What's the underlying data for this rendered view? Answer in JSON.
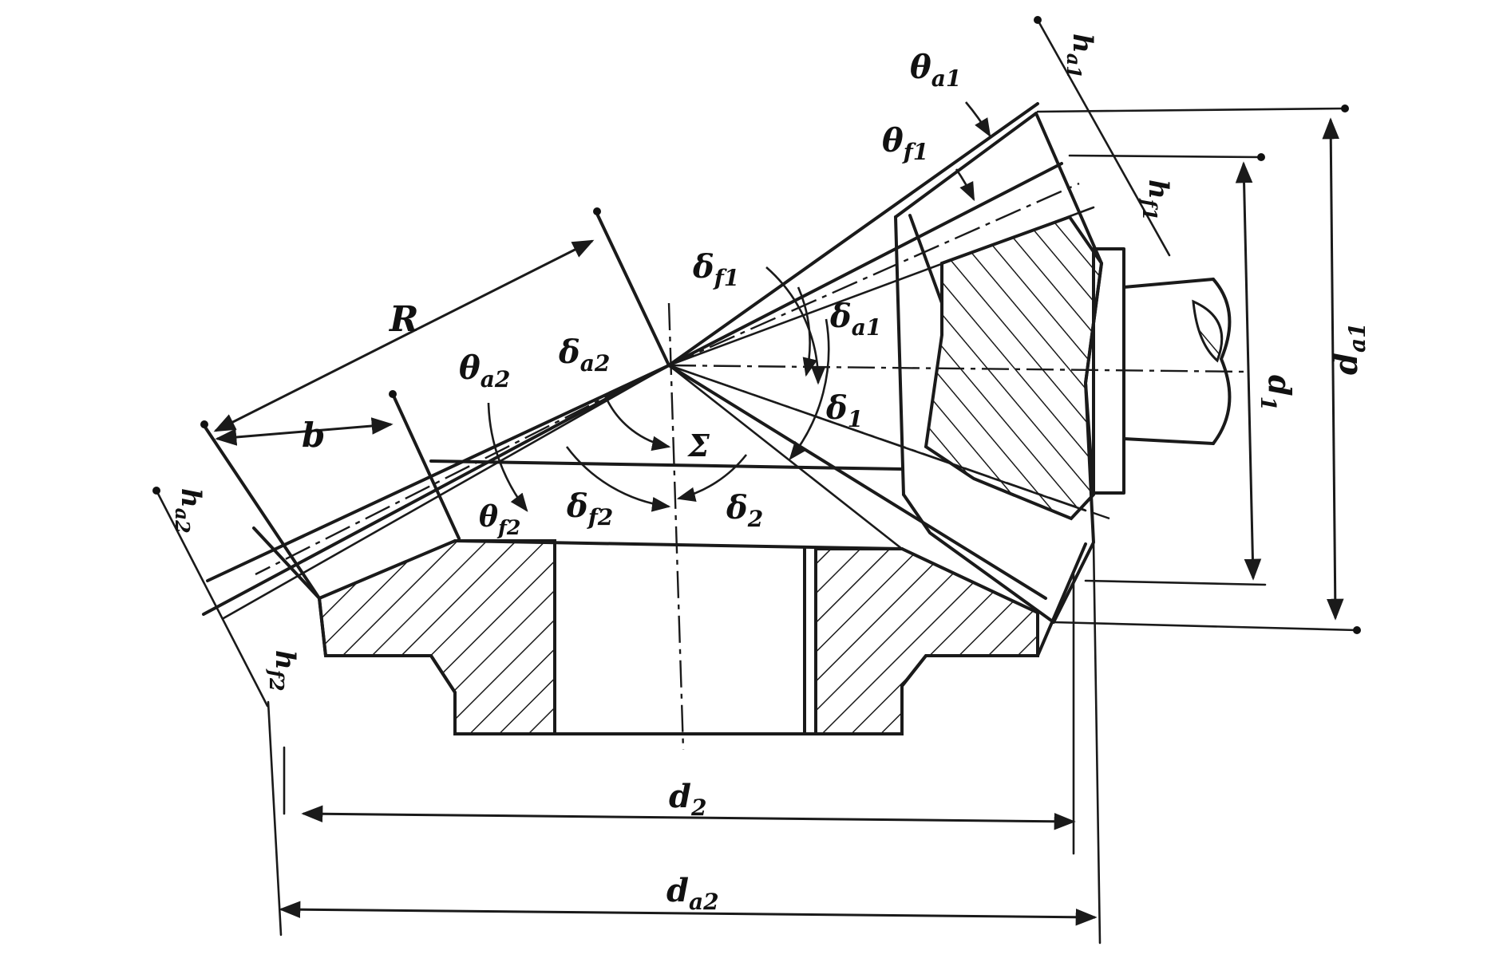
{
  "labels": {
    "R": "R",
    "b": "b",
    "d2": "d",
    "d2_sub": "2",
    "da2": "d",
    "da2_sub": "a2",
    "d1": "d",
    "d1_sub": "1",
    "da1": "d",
    "da1_sub": "a1",
    "sigma": "Σ",
    "delta1": "δ",
    "delta1_sub": "1",
    "delta2": "δ",
    "delta2_sub": "2",
    "deltaf1": "δ",
    "deltaf1_sub": "f1",
    "deltaa1": "δ",
    "deltaa1_sub": "a1",
    "deltaa2": "δ",
    "deltaa2_sub": "a2",
    "deltaf2": "δ",
    "deltaf2_sub": "f2",
    "thetaa1": "θ",
    "thetaa1_sub": "a1",
    "thetaf1": "θ",
    "thetaf1_sub": "f1",
    "thetaa2": "θ",
    "thetaa2_sub": "a2",
    "thetaf2": "θ",
    "thetaf2_sub": "f2",
    "ha1": "h",
    "ha1_sub": "a1",
    "hf1": "h",
    "hf1_sub": "f1",
    "ha2": "h",
    "ha2_sub": "a2",
    "hf2": "h",
    "hf2_sub": "f2"
  },
  "colors": {
    "ink": "#1a1a1a",
    "paper": "#ffffff"
  }
}
